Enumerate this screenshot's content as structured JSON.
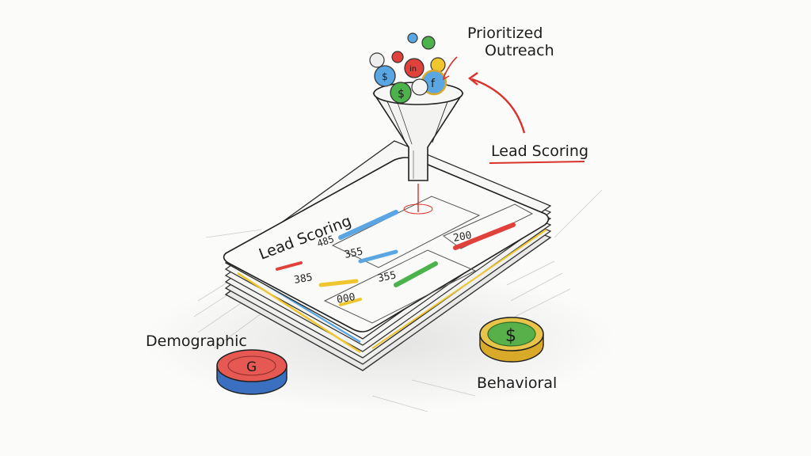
{
  "labels": {
    "prioritized_line1": "Prioritized",
    "prioritized_line2": "Outreach",
    "lead_scoring_side": "Lead Scoring",
    "card_title": "Lead Scoring",
    "demographic": "Demographic",
    "behavioral": "Behavioral"
  },
  "card_values": {
    "v1": "485",
    "v2": "355",
    "v3": "200",
    "v4": "385",
    "v5": "355",
    "v6": "000"
  },
  "chips": {
    "demographic_glyph": "G",
    "behavioral_glyph": "$"
  },
  "funnel_coins": [
    "$",
    "f",
    "$",
    "in"
  ],
  "colors": {
    "blue_bar": "#5aa6e3",
    "green_bar": "#4cb34c",
    "red_bar": "#e0413b",
    "yellow_bar": "#f0c62f",
    "accent_red": "#d8322c",
    "chip_red": "#e65852",
    "chip_green": "#58b04a",
    "chip_gold": "#d9a92a"
  }
}
